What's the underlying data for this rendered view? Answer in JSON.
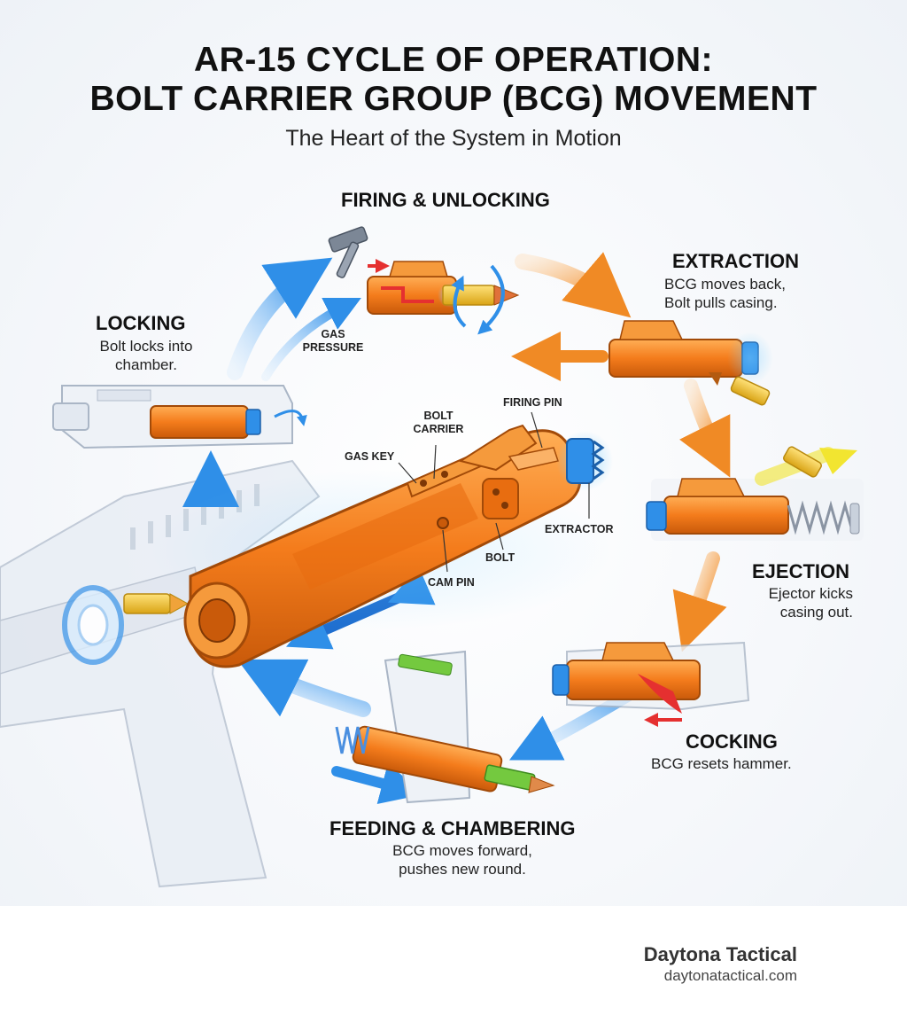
{
  "header": {
    "title_line_1": "AR-15 CYCLE OF OPERATION:",
    "title_line_2": "BOLT CARRIER GROUP (BCG) MOVEMENT",
    "subtitle": "The Heart of the System in Motion"
  },
  "stages": {
    "firing": {
      "title": "FIRING & UNLOCKING"
    },
    "extraction": {
      "title": "EXTRACTION",
      "desc_1": "BCG moves back,",
      "desc_2": "Bolt pulls casing."
    },
    "ejection": {
      "title": "EJECTION",
      "desc_1": "Ejector kicks",
      "desc_2": "casing out."
    },
    "cocking": {
      "title": "COCKING",
      "desc_1": "BCG resets hammer."
    },
    "feeding": {
      "title": "FEEDING & CHAMBERING",
      "desc_1": "BCG moves forward,",
      "desc_2": "pushes new round."
    },
    "locking": {
      "title": "LOCKING",
      "desc_1": "Bolt locks into",
      "desc_2": "chamber."
    }
  },
  "labels": {
    "gas_1": "GAS",
    "gas_2": "PRESSURE",
    "bolt_carrier_1": "BOLT",
    "bolt_carrier_2": "CARRIER",
    "firing_pin": "FIRING PIN",
    "gas_key": "GAS KEY",
    "extractor": "EXTRACTOR",
    "bolt": "BOLT",
    "cam_pin": "CAM PIN"
  },
  "brand": {
    "name": "Daytona Tactical",
    "url": "daytonatactical.com"
  },
  "colors": {
    "bcg_orange": "#f47c1c",
    "accent_blue": "#2f8fe8",
    "arrow_orange": "#f39a3a",
    "receiver_gray": "#dfe5ee",
    "brass": "#f2c230",
    "red_arrow": "#e53030",
    "green_tip": "#6ccf3c"
  }
}
